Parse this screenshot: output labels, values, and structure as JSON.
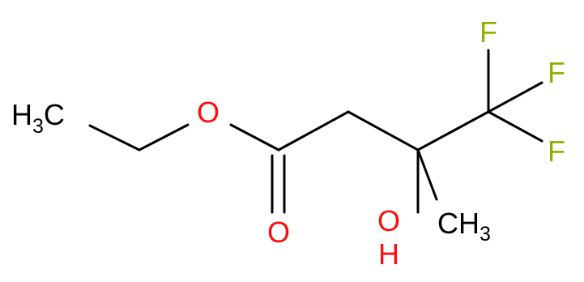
{
  "atoms": {
    "ch3_left": {
      "label": "H",
      "sub": "3",
      "tail": "C",
      "color": "#000000"
    },
    "o_ester": {
      "label": "O",
      "color": "#ff0d0d"
    },
    "o_carbonyl": {
      "label": "O",
      "color": "#ff0d0d"
    },
    "oh": {
      "label": "OH",
      "o_color": "#ff0d0d",
      "h_color": "#ff0d0d"
    },
    "ch3_right": {
      "label": "CH",
      "sub": "3",
      "color": "#000000"
    },
    "f_top": {
      "label": "F",
      "color": "#8fb300"
    },
    "f_mid": {
      "label": "F",
      "color": "#8fb300"
    },
    "f_bottom": {
      "label": "F",
      "color": "#8fb300"
    }
  }
}
